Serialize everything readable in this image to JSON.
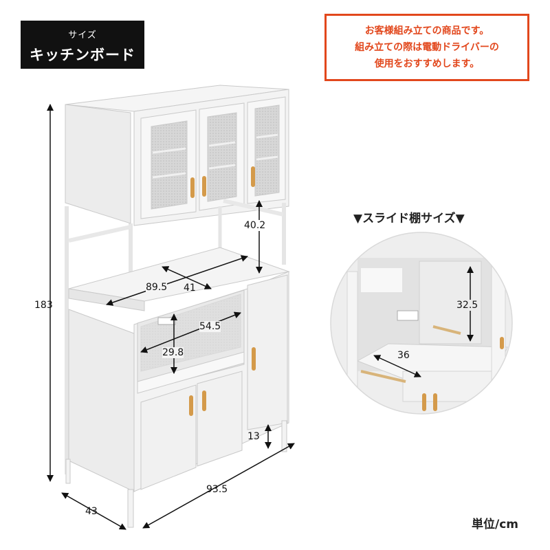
{
  "header": {
    "label_small": "サイズ",
    "product_name": "キッチンボード"
  },
  "notice": {
    "line1": "お客様組み立ての商品です。",
    "line2": "組み立ての際は電動ドライバーの",
    "line3": "使用をおすすめします。"
  },
  "dimensions": {
    "height_total": "183",
    "upper_gap": "40.2",
    "shelf_depth": "41",
    "shelf_width": "89.5",
    "inner_width": "54.5",
    "inner_height": "29.8",
    "leg_height": "13",
    "total_width": "93.5",
    "total_depth": "43"
  },
  "slide_shelf": {
    "title": "▼スライド棚サイズ▼",
    "height": "32.5",
    "depth": "36"
  },
  "unit_label": "単位/cm",
  "colors": {
    "notice_accent": "#e2471c",
    "cabinet_white": "#f3f3f3",
    "handle_gold": "#d49a4a"
  }
}
